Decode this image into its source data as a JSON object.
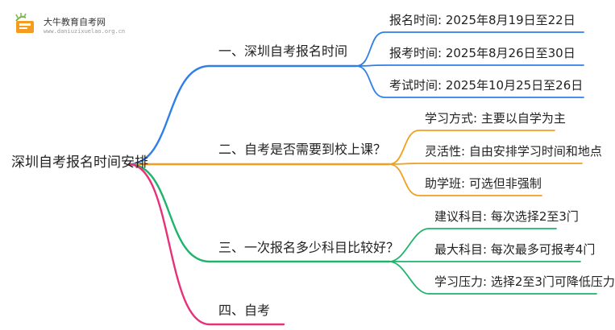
{
  "logo": {
    "title": "大牛教育自考网",
    "url": "www.daniuzixuelao.org.cn"
  },
  "root": {
    "label": "深圳自考报名时间安排"
  },
  "branches": [
    {
      "label": "一、深圳自考报名时间",
      "color": "#2e7fe8",
      "leaves": [
        "报名时间: 2025年8月19日至22日",
        "报考时间: 2025年8月26日至30日",
        "考试时间: 2025年10月25日至26日"
      ]
    },
    {
      "label": "二、自考是否需要到校上课？",
      "color": "#f0a020",
      "leaves": [
        "学习方式: 主要以自学为主",
        "灵活性: 自由安排学习时间和地点",
        "助学班: 可选但非强制"
      ]
    },
    {
      "label": "三、一次报名多少科目比较好？",
      "color": "#1db46b",
      "leaves": [
        "建议科目: 每次选择2至3门",
        "最大科目: 每次最多可报考4门",
        "学习压力: 选择2至3门可降低压力"
      ]
    },
    {
      "label": "四、自考",
      "color": "#e8307a",
      "leaves": []
    }
  ]
}
